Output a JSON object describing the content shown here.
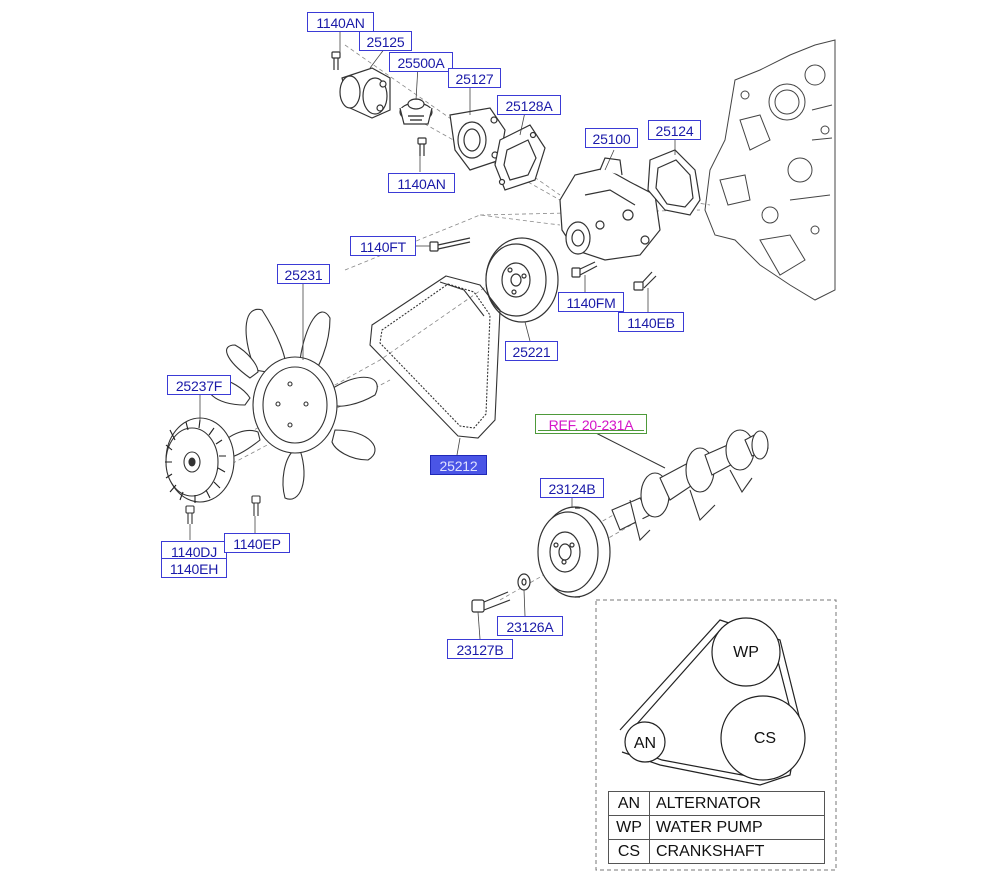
{
  "diagram": {
    "part_labels": {
      "l1140AN_top": "1140AN",
      "l25125": "25125",
      "l25500A": "25500A",
      "l25127": "25127",
      "l25128A": "25128A",
      "l1140AN_mid": "1140AN",
      "l25100": "25100",
      "l25124": "25124",
      "l1140FT": "1140FT",
      "l25231": "25231",
      "l1140FM": "1140FM",
      "l1140EB": "1140EB",
      "l25221": "25221",
      "l25237F": "25237F",
      "l25212": "25212",
      "l23124B": "23124B",
      "l1140DJ": "1140DJ",
      "l1140EH": "1140EH",
      "l1140EP": "1140EP",
      "l23126A": "23126A",
      "l23127B": "23127B"
    },
    "ref_label": "REF. 20-231A",
    "selected_part": "25212",
    "colors": {
      "label_border": "#3b3bd6",
      "label_text": "#1a1aa8",
      "selected_bg": "#4a55e6",
      "ref_text": "#d416c8",
      "ref_border": "#4e9a3a"
    }
  },
  "belt_layout_inset": {
    "pulleys": {
      "wp": "WP",
      "cs": "CS",
      "an": "AN"
    },
    "legend": [
      {
        "code": "AN",
        "name": "ALTERNATOR"
      },
      {
        "code": "WP",
        "name": "WATER PUMP"
      },
      {
        "code": "CS",
        "name": "CRANKSHAFT"
      }
    ]
  }
}
